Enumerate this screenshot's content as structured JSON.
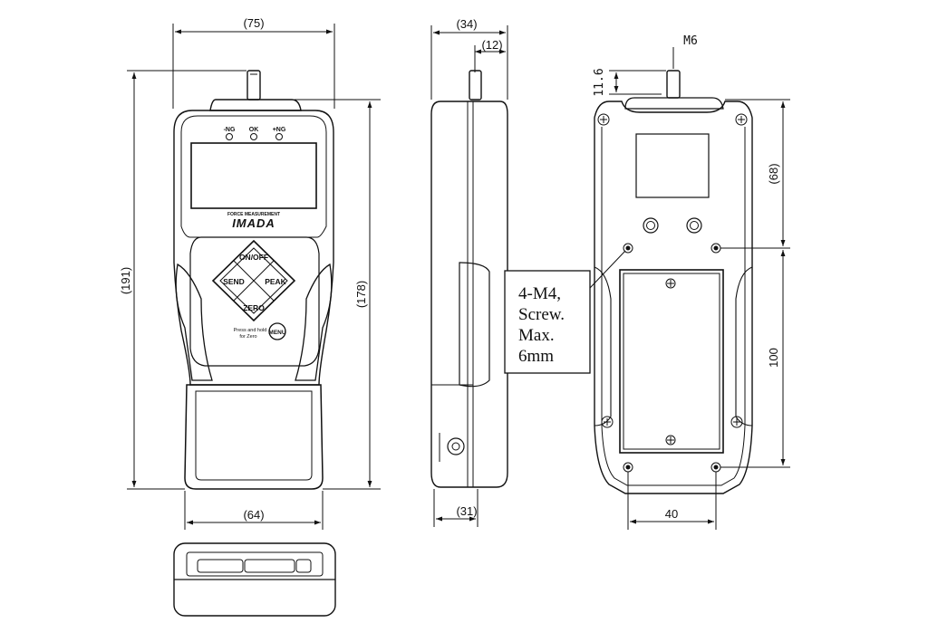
{
  "front": {
    "dim_width": "(75)",
    "dim_height": "(191)",
    "dim_body_height": "(178)",
    "dim_grip_width": "(64)",
    "led_labels": [
      "-NG",
      "OK",
      "+NG"
    ],
    "subtitle": "FORCE MEASUREMENT",
    "brand": "IMADA",
    "buttons": {
      "top": "ON/OFF",
      "left": "SEND",
      "right": "PEAK",
      "bottom": "ZERO",
      "menu": "MENU"
    },
    "menu_hint_1": "Press and hold",
    "menu_hint_2": "for Zero"
  },
  "side": {
    "dim_top": "(34)",
    "dim_shaft": "(12)",
    "dim_bottom": "(31)",
    "note_lines": [
      "4-M4,",
      "Screw.",
      "Max.",
      "6mm"
    ]
  },
  "back": {
    "thread": "M6",
    "dim_shaft_len": "11.6",
    "dim_upper": "(68)",
    "dim_lower": "100",
    "dim_hole_spacing": "40"
  }
}
